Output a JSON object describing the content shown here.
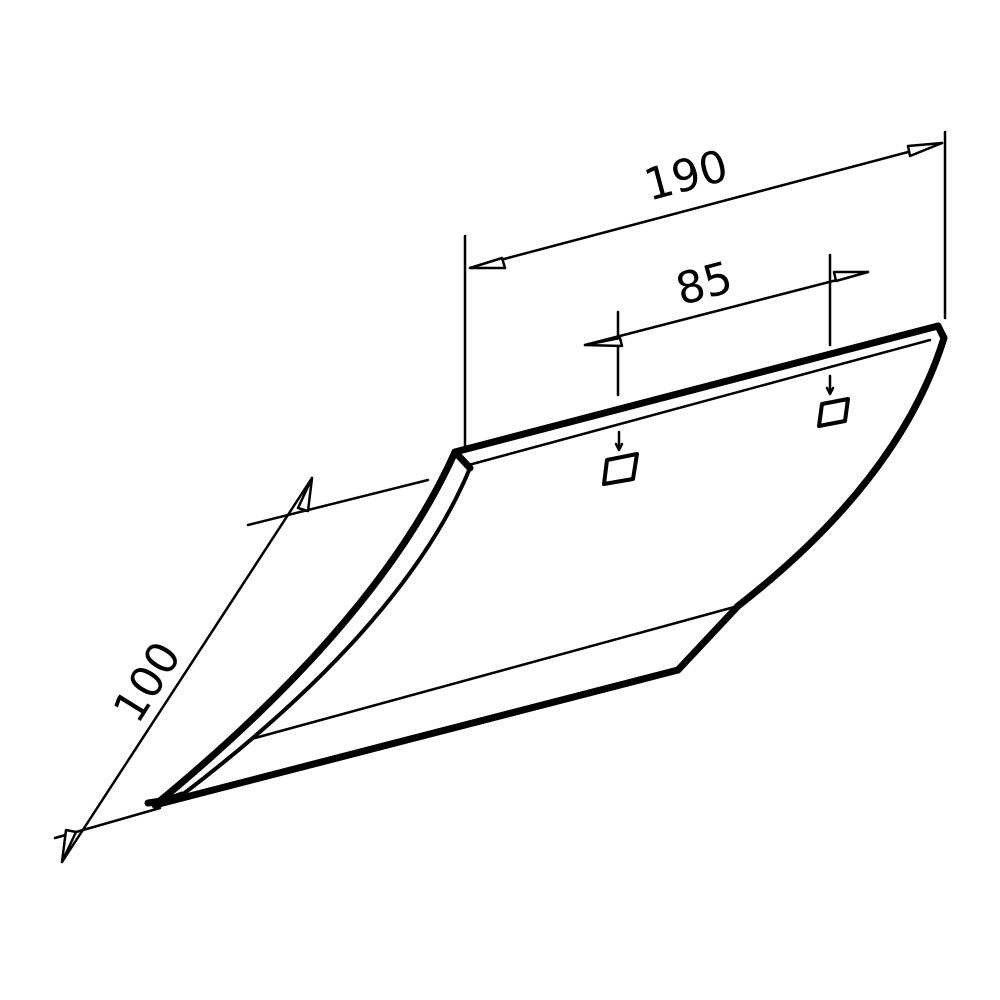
{
  "dimensions": {
    "width_label": "190",
    "hole_spacing_label": "85",
    "height_label": "100"
  },
  "colors": {
    "line": "#000000",
    "background": "#ffffff"
  }
}
